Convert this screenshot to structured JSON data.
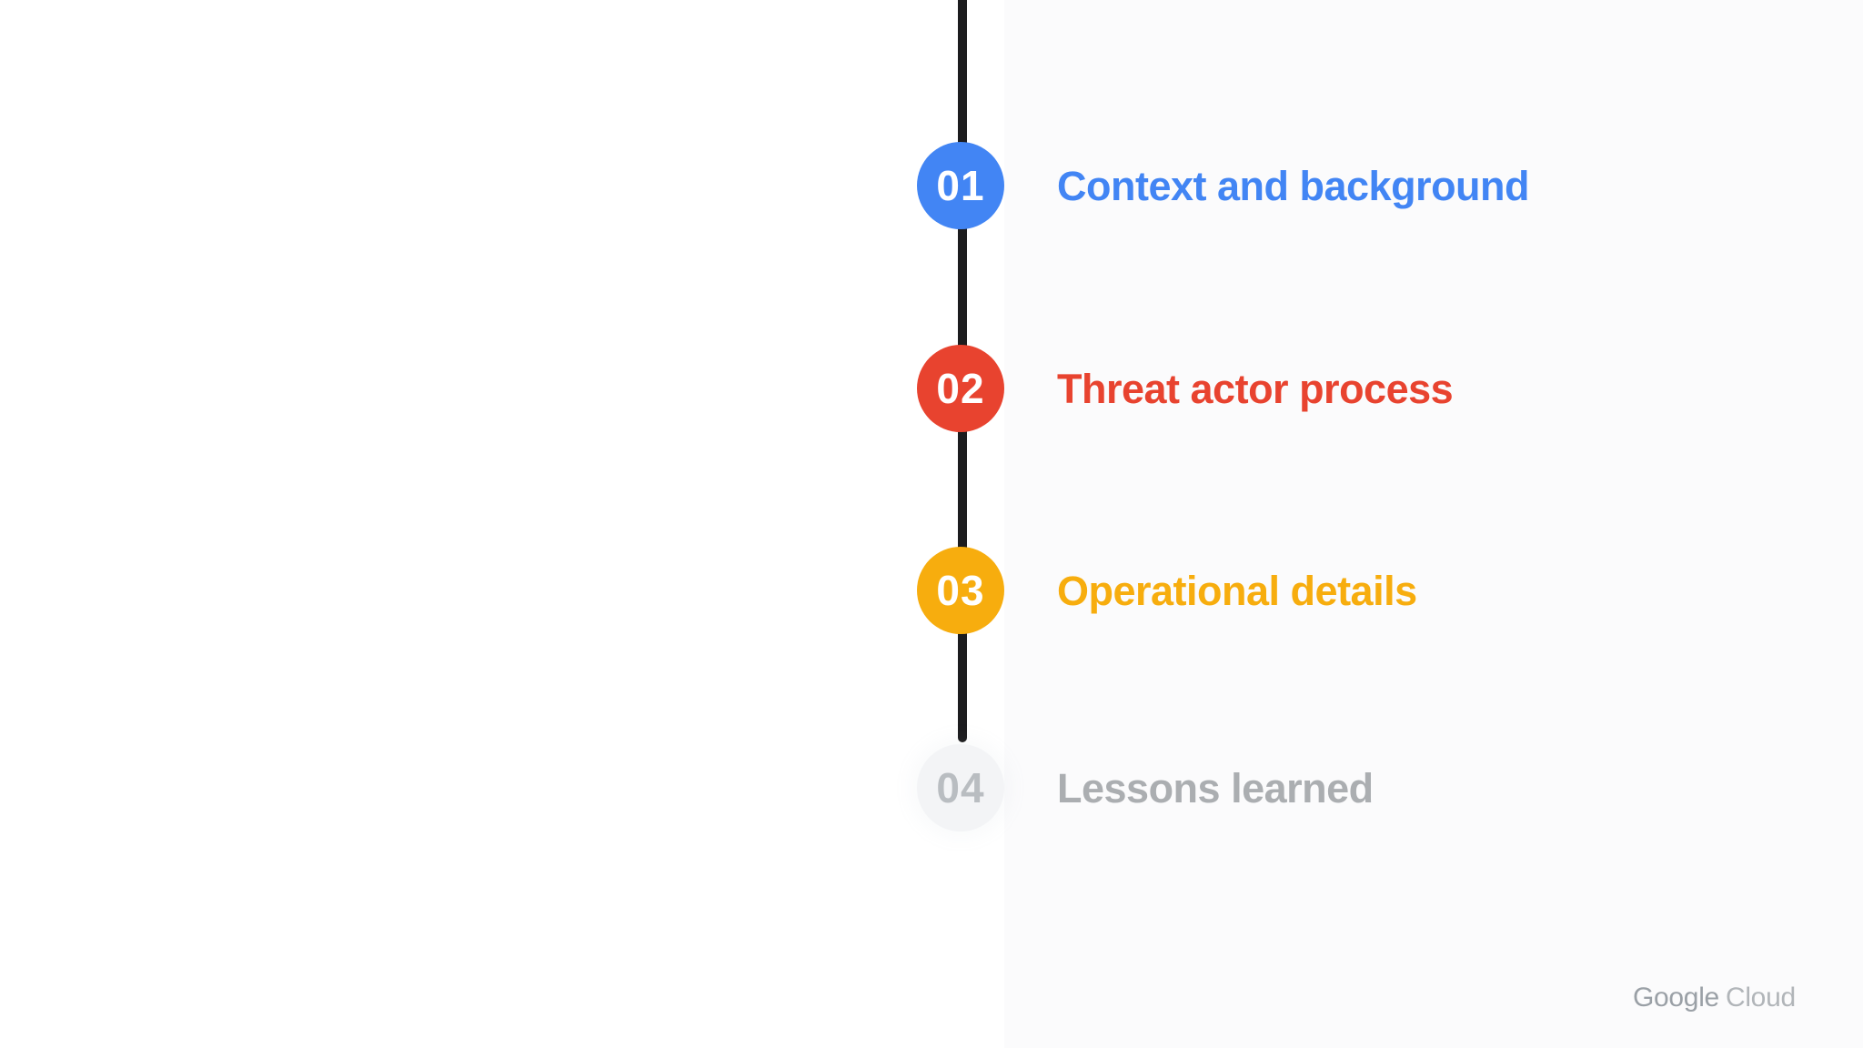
{
  "slide": {
    "timeline": {
      "line_color": "#1c1c1e",
      "items": [
        {
          "number": "01",
          "label": "Context and background",
          "circle_color": "#4285F4",
          "number_color": "#FFFFFF",
          "label_color": "#4285F4"
        },
        {
          "number": "02",
          "label": "Threat actor process",
          "circle_color": "#E8432F",
          "number_color": "#FFFFFF",
          "label_color": "#E8432F"
        },
        {
          "number": "03",
          "label": "Operational details",
          "circle_color": "#F7AD0E",
          "number_color": "#FFFFFF",
          "label_color": "#F7AD0E"
        },
        {
          "number": "04",
          "label": "Lessons learned",
          "circle_color": "#F3F4F6",
          "number_color": "#B9BDC1",
          "label_color": "#ABAEB1"
        }
      ]
    },
    "footer": {
      "brand_primary": "Google",
      "brand_secondary": "Cloud",
      "primary_color": "#9AA0A6",
      "secondary_color": "#B1B5B9"
    }
  }
}
